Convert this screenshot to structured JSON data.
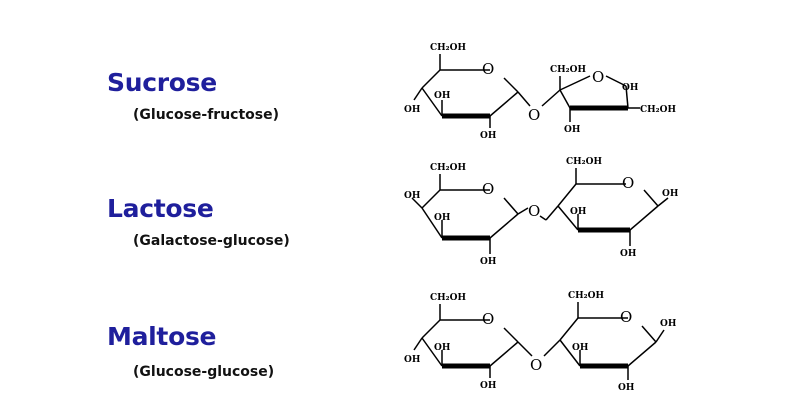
{
  "disaccharides": [
    {
      "name": "Sucrose",
      "composition": "(Glucose-fructose)"
    },
    {
      "name": "Lactose",
      "composition": "(Galactose-glucose)"
    },
    {
      "name": "Maltose",
      "composition": "(Glucose-glucose)"
    }
  ],
  "structure_labels": {
    "ch2oh": "CH₂OH",
    "oh": "OH",
    "ring_oxygen": "O",
    "bridge_oxygen": "O"
  }
}
